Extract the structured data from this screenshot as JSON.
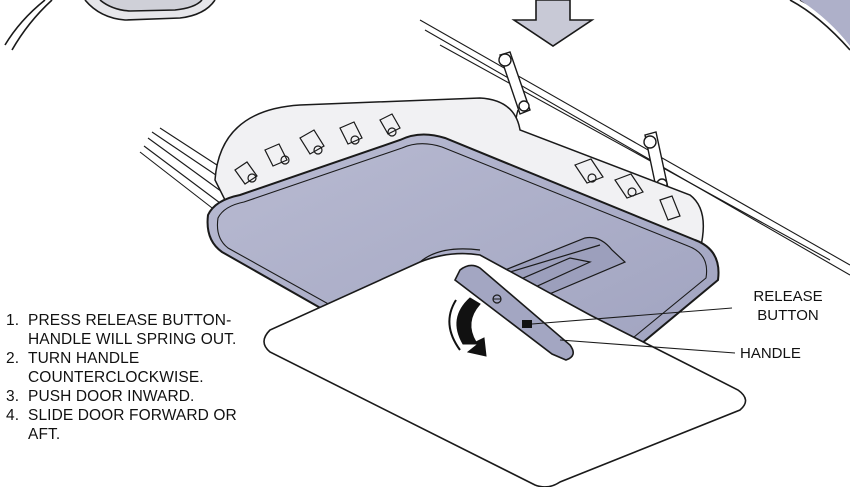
{
  "colors": {
    "door_panel": "#aeb0c9",
    "outline": "#1a1a1a",
    "background": "#ffffff",
    "arrow_fill": "#c8c9d6",
    "handle_fill": "#a3a6c2"
  },
  "instructions": [
    {
      "num": "1.",
      "text": "PRESS RELEASE BUTTON- HANDLE WILL SPRING OUT."
    },
    {
      "num": "2.",
      "text": "TURN HANDLE COUNTERCLOCKWISE."
    },
    {
      "num": "3.",
      "text": "PUSH DOOR INWARD."
    },
    {
      "num": "4.",
      "text": "SLIDE DOOR FORWARD OR AFT."
    }
  ],
  "callouts": {
    "release_button_line1": "RELEASE",
    "release_button_line2": "BUTTON",
    "handle": "HANDLE"
  },
  "icons": {
    "rotation_arrow": "counterclockwise-arrow-icon",
    "push_arrow": "down-arrow-icon"
  }
}
